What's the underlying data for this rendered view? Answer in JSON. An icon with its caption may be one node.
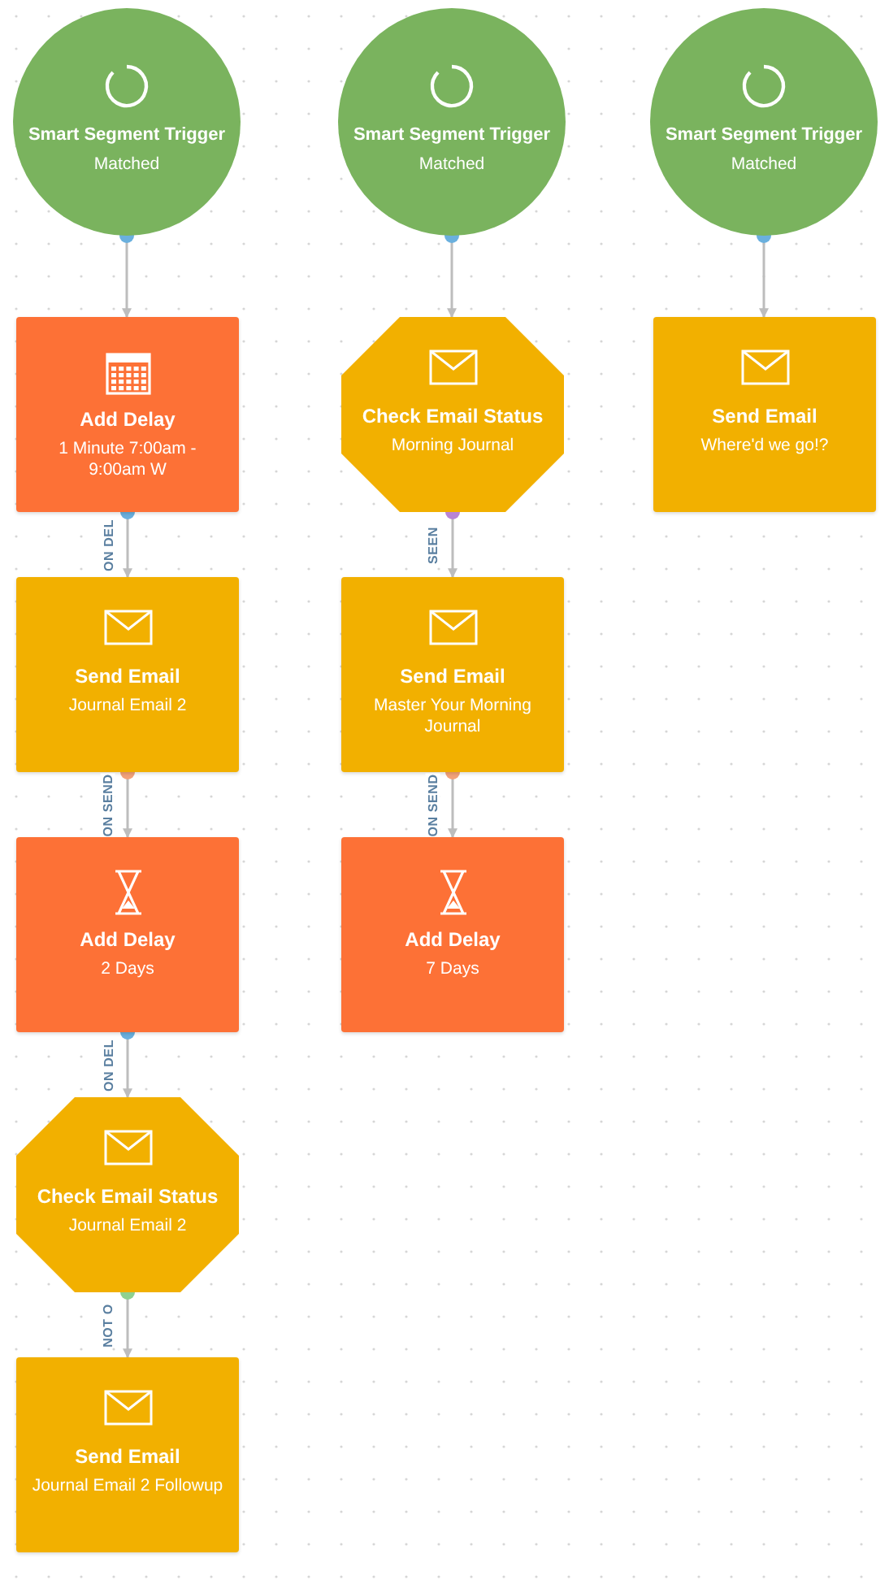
{
  "diagram": {
    "nodes": [
      {
        "text": [
          "Smart Segment Trigger",
          "Matched"
        ]
      },
      {
        "text": [
          "Smart Segment Trigger",
          "Matched"
        ]
      },
      {
        "text": [
          "Smart Segment Trigger",
          "Matched"
        ]
      },
      {
        "text": [
          "Add Delay",
          "1 Minute 7:00am - 9:00am W"
        ]
      },
      {
        "text": [
          "Check Email Status",
          "Morning Journal"
        ]
      },
      {
        "text": [
          "Send Email",
          "Where'd we go!?"
        ]
      },
      {
        "text": [
          "Send Email",
          "Journal Email 2"
        ]
      },
      {
        "text": [
          "Send Email",
          "Master Your Morning Journal"
        ]
      },
      {
        "text": [
          "Add Delay",
          "2 Days"
        ]
      },
      {
        "text": [
          "Add Delay",
          "7 Days"
        ]
      },
      {
        "text": [
          "Check Email Status",
          "Journal Email 2"
        ]
      },
      {
        "text": [
          "Send Email",
          "Journal Email 2 Followup"
        ]
      }
    ],
    "edges": [
      {
        "from": 0,
        "to": 3,
        "arrow": "to"
      },
      {
        "from": 3,
        "to": 6,
        "arrow": "to",
        "label": "ON DEL"
      },
      {
        "from": 6,
        "to": 8,
        "arrow": "to",
        "label": "ON SEND"
      },
      {
        "from": 8,
        "to": 10,
        "arrow": "to",
        "label": "ON DEL"
      },
      {
        "from": 10,
        "to": 11,
        "arrow": "to",
        "label": "NOT O"
      },
      {
        "from": 1,
        "to": 4,
        "arrow": "to"
      },
      {
        "from": 4,
        "to": 7,
        "arrow": "to",
        "label": "SEEN"
      },
      {
        "from": 7,
        "to": 9,
        "arrow": "to",
        "label": "ON SEND"
      },
      {
        "from": 2,
        "to": 5,
        "arrow": "to"
      }
    ]
  }
}
